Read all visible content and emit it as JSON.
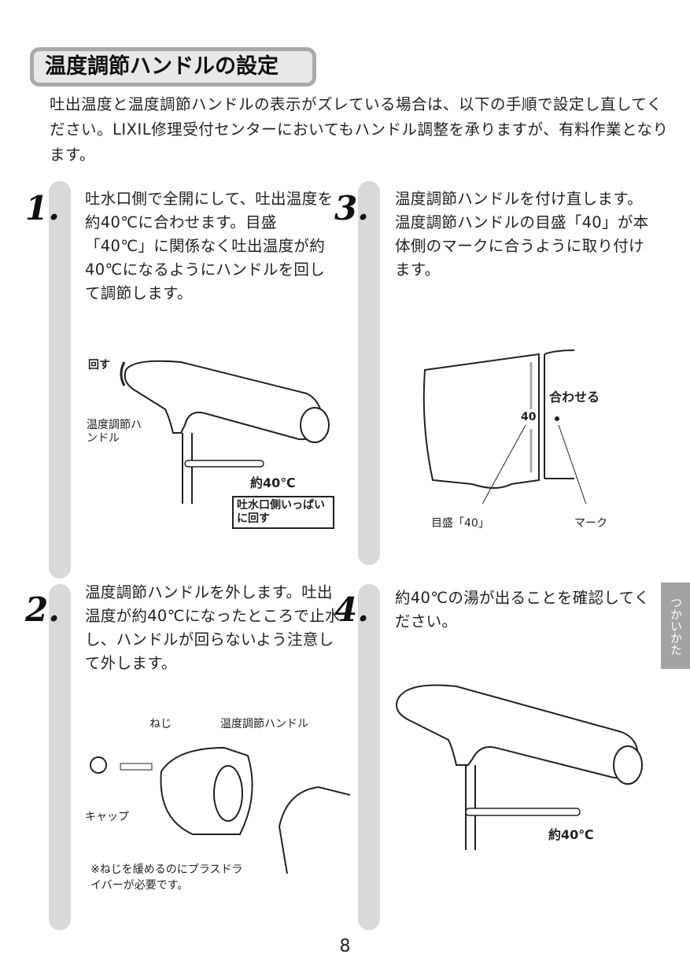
{
  "title": "温度調節ハンドルの設定",
  "intro": "吐出温度と温度調節ハンドルの表示がズレている場合は、以下の手順で設定し直してください。LIXIL修理受付センターにおいてもハンドル調整を承りますが、有料作業となります。",
  "steps": [
    {
      "num": "1.",
      "text": "吐水口側で全開にして、吐出温度を約40℃に合わせます。目盛「40℃」に関係なく吐出温度が約40℃になるようにハンドルを回して調節します。",
      "labels": {
        "rotate": "回す",
        "handle": "温度調節ハンドル",
        "temp": "約40℃",
        "box": "吐水口側いっぱいに回す"
      }
    },
    {
      "num": "2.",
      "text": "温度調節ハンドルを外します。吐出温度が約40℃になったところで止水し、ハンドルが回らないよう注意して外します。",
      "labels": {
        "screw": "ねじ",
        "handle": "温度調節ハンドル",
        "cap": "キャップ",
        "note": "※ねじを緩めるのにプラスドライバーが必要です。"
      }
    },
    {
      "num": "3.",
      "text": "温度調節ハンドルを付け直します。温度調節ハンドルの目盛「40」が本体側のマークに合うように取り付けます。",
      "labels": {
        "align": "合わせる",
        "scale_value": "40",
        "scale": "目盛「40」",
        "mark": "マーク"
      }
    },
    {
      "num": "4.",
      "text": "約40℃の湯が出ることを確認してください。",
      "labels": {
        "temp": "約40℃"
      }
    }
  ],
  "side_tab": "つかいかた",
  "page_number": "8"
}
